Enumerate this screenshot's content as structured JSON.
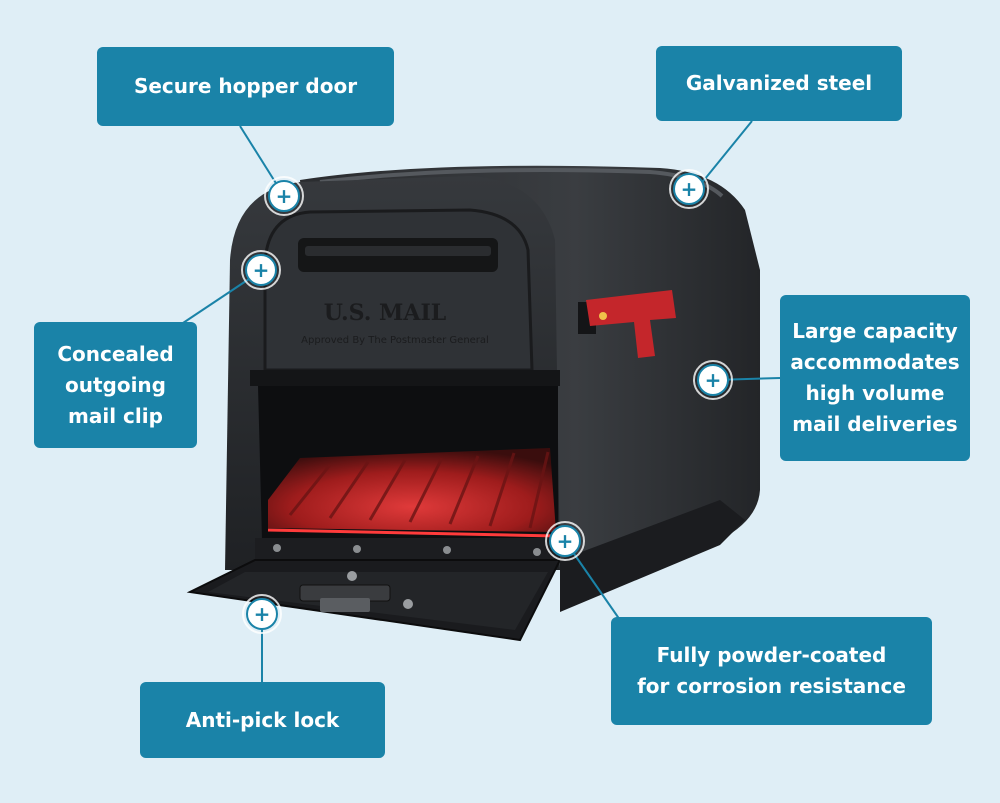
{
  "callouts": {
    "hopper": "Secure hopper door",
    "steel": "Galvanized steel",
    "clip": "Concealed\noutgoing\nmail clip",
    "capacity": "Large capacity\naccommodates\nhigh volume\nmail deliveries",
    "coated": "Fully powder-coated\nfor corrosion resistance",
    "lock": "Anti-pick lock"
  },
  "mailbox": {
    "embossed_title": "U.S. MAIL",
    "embossed_subtitle": "Approved By The Postmaster General"
  },
  "hotspot_symbol": "+",
  "colors": {
    "background": "#dfeef6",
    "callout": "#1a83a8",
    "mailbox_body": "#2b2d30",
    "flag": "#c4262b",
    "interior_glow": "#d23030"
  }
}
